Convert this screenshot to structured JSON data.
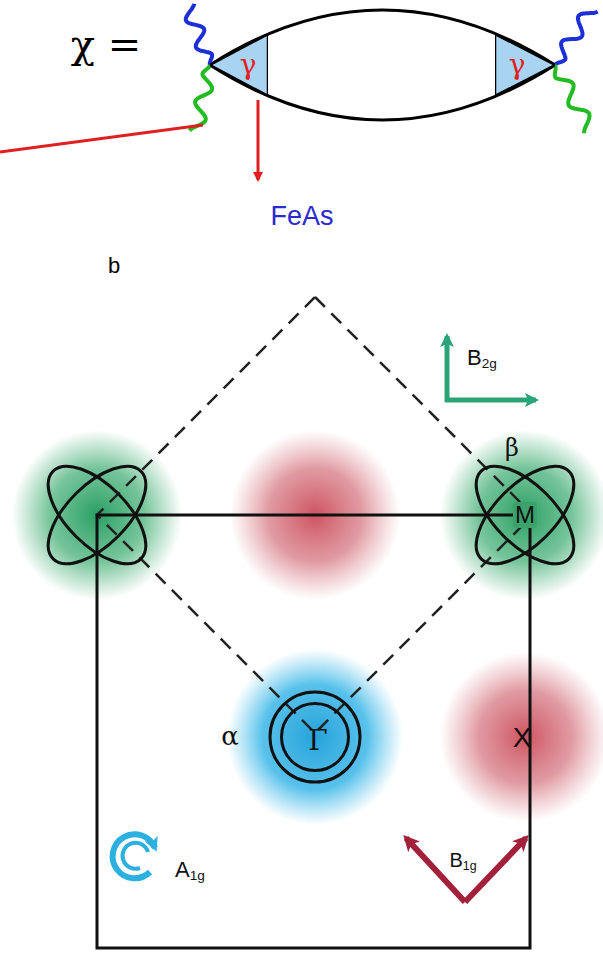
{
  "diagram": {
    "nodes": [
      {
        "text": [
          "γ"
        ]
      },
      {
        "text": [
          "γ"
        ]
      },
      {
        "text": [
          "Γ"
        ]
      },
      {
        "text": [
          "M"
        ]
      },
      {
        "text": [
          "X"
        ]
      }
    ],
    "labels": [
      "χ =",
      "FeAs",
      "b",
      "β",
      "α",
      "B2g",
      "A1g",
      "B1g"
    ]
  }
}
